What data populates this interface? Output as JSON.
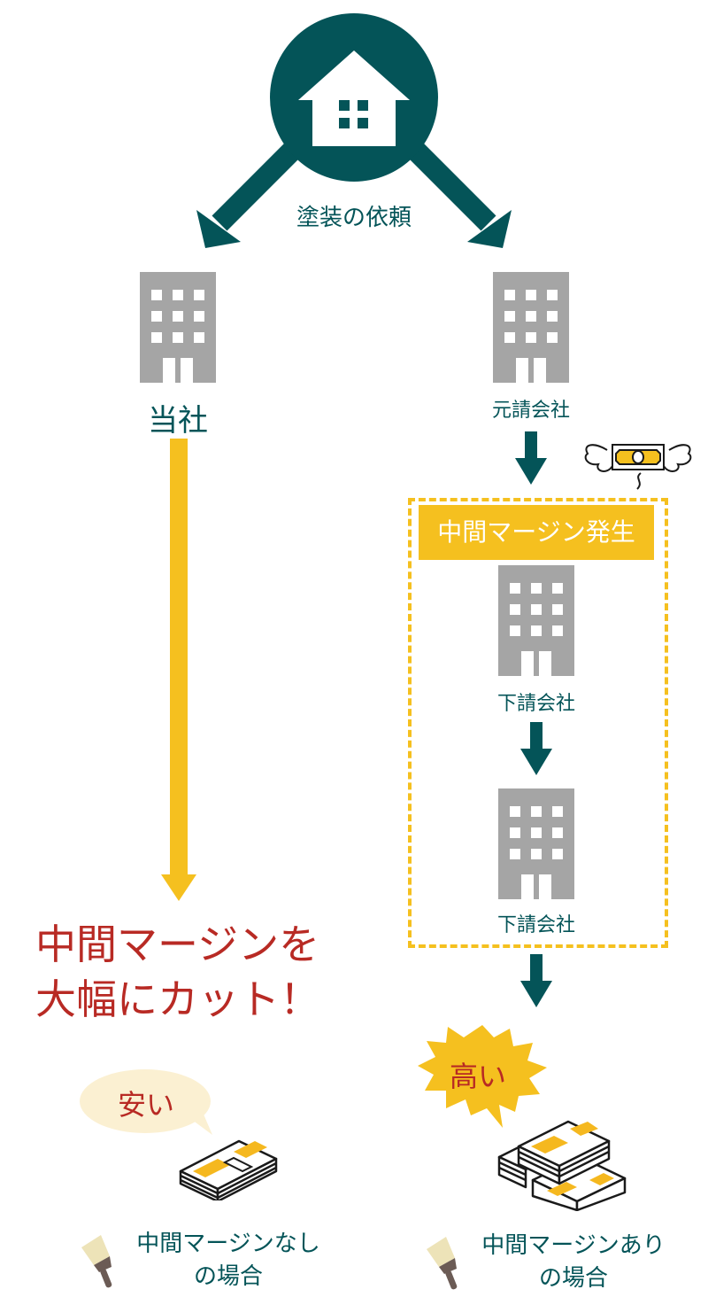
{
  "colors": {
    "teal": "#045458",
    "gray": "#a5a5a5",
    "yellow": "#f5c01f",
    "red": "#b82a24",
    "cream": "#fbf0d2",
    "brown": "#6b5b55",
    "brush_head": "#ede3b8"
  },
  "top": {
    "request_label": "塗装の依頼"
  },
  "left_branch": {
    "company_label": "当社",
    "headline_line1": "中間マージンを",
    "headline_line2": "大幅にカット！",
    "bubble_text": "安い",
    "caption_line1": "中間マージンなし",
    "caption_line2": "の場合"
  },
  "right_branch": {
    "prime_contractor_label": "元請会社",
    "margin_banner": "中間マージン発生",
    "subcontractor1_label": "下請会社",
    "subcontractor2_label": "下請会社",
    "burst_text": "高い",
    "caption_line1": "中間マージンあり",
    "caption_line2": "の場合"
  }
}
